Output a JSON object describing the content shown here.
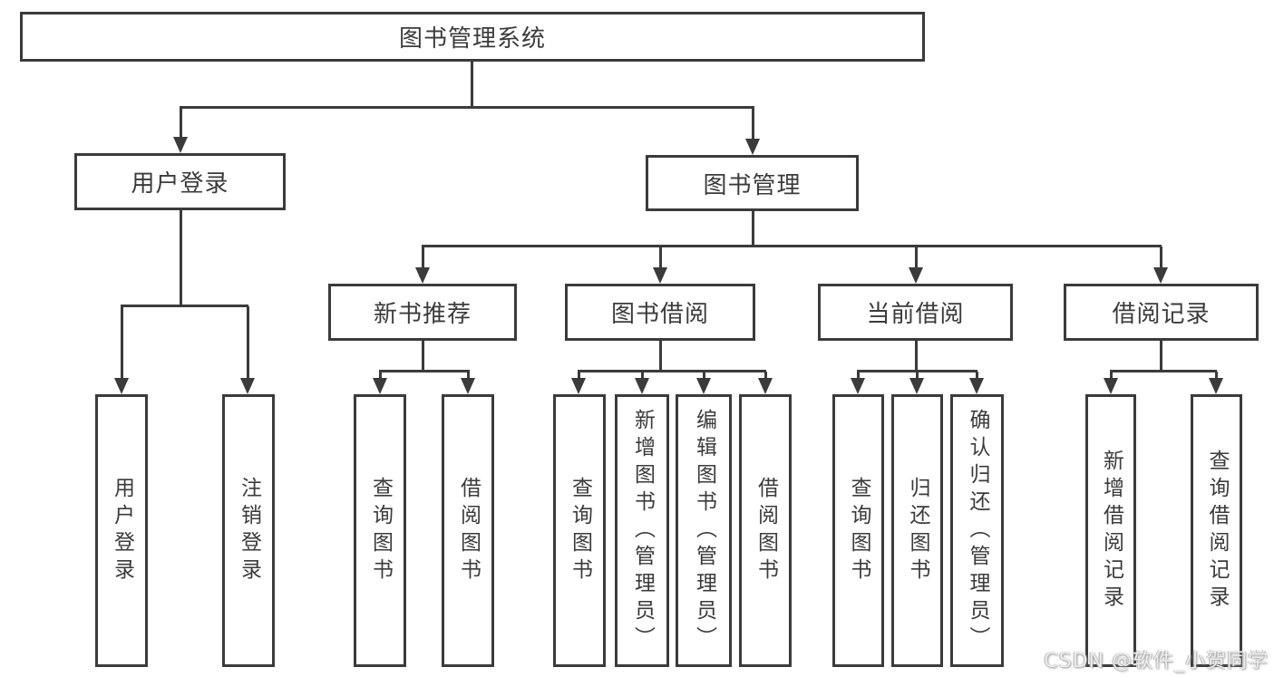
{
  "tree": {
    "root": {
      "label": "图书管理系统"
    },
    "login": {
      "label": "用户登录",
      "children": [
        {
          "label": "用户登录"
        },
        {
          "label": "注销登录"
        }
      ]
    },
    "management": {
      "label": "图书管理",
      "sections": [
        {
          "label": "新书推荐",
          "children": [
            {
              "label": "查询图书"
            },
            {
              "label": "借阅图书"
            }
          ]
        },
        {
          "label": "图书借阅",
          "children": [
            {
              "label": "查询图书"
            },
            {
              "label": "新增图书（管理员）"
            },
            {
              "label": "编辑图书（管理员）"
            },
            {
              "label": "借阅图书"
            }
          ]
        },
        {
          "label": "当前借阅",
          "children": [
            {
              "label": "查询图书"
            },
            {
              "label": "归还图书"
            },
            {
              "label": "确认归还（管理员）"
            }
          ]
        },
        {
          "label": "借阅记录",
          "children": [
            {
              "label": "新增借阅记录"
            },
            {
              "label": "查询借阅记录"
            }
          ]
        }
      ]
    }
  },
  "watermark": {
    "text": "CSDN @软件_小贺同学"
  },
  "colors": {
    "line": "#3b3b3b",
    "text": "#3b3b3b",
    "bg": "#ffffff"
  }
}
